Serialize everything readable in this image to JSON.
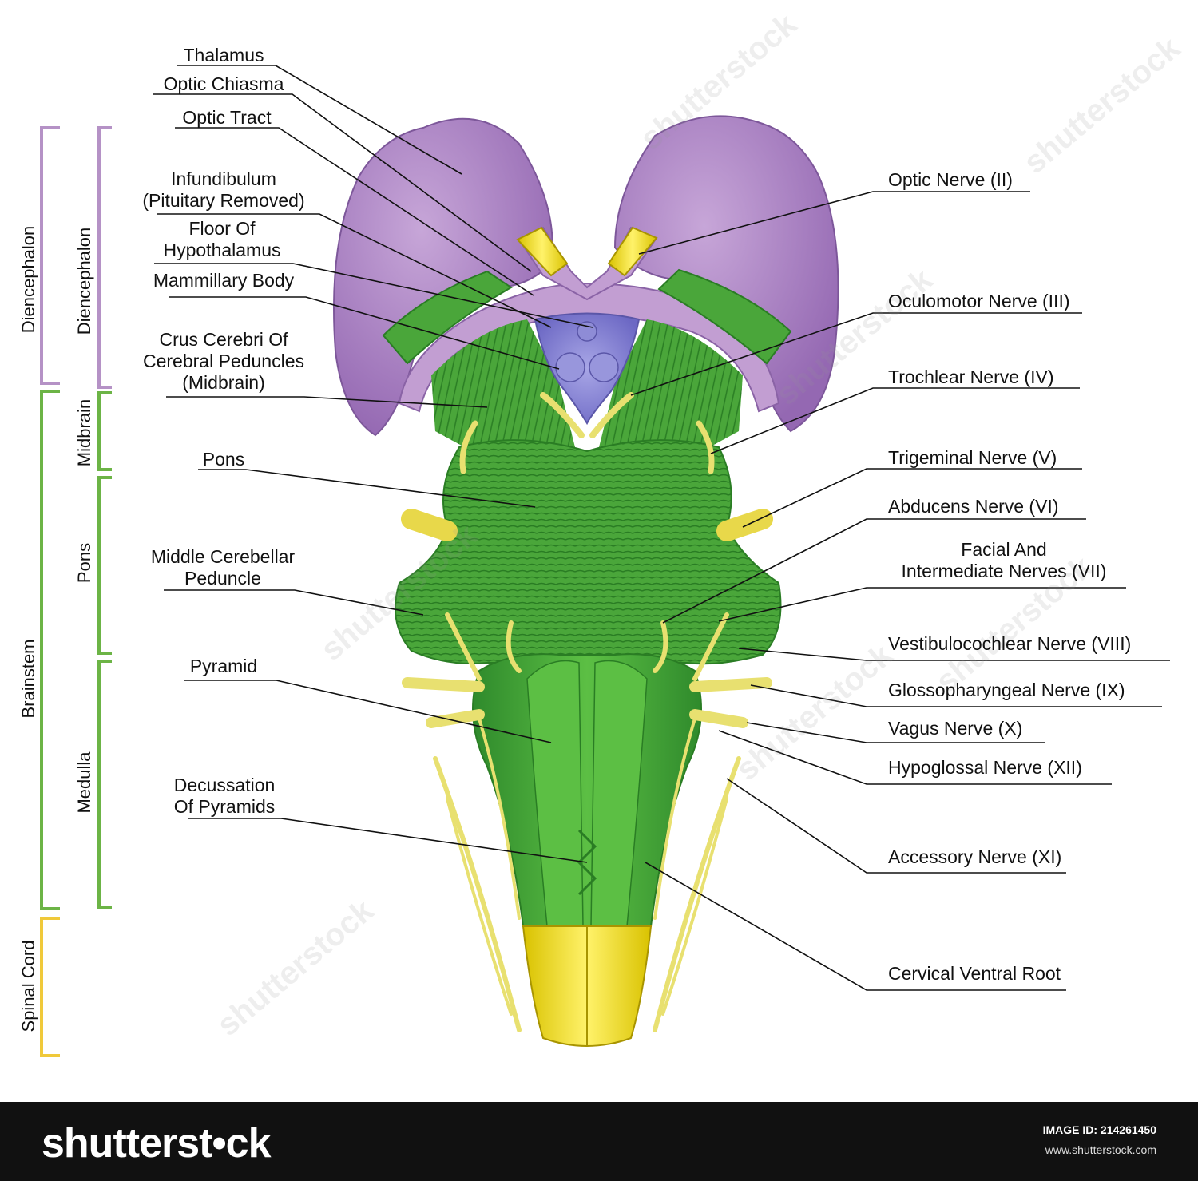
{
  "left_labels": [
    {
      "id": "thalamus",
      "lines": [
        "Thalamus"
      ]
    },
    {
      "id": "optic-chiasma",
      "lines": [
        "Optic Chiasma"
      ]
    },
    {
      "id": "optic-tract",
      "lines": [
        "Optic Tract"
      ]
    },
    {
      "id": "infundibulum",
      "lines": [
        "Infundibulum",
        "(Pituitary Removed)"
      ]
    },
    {
      "id": "floor-hypothalamus",
      "lines": [
        "Floor Of",
        "Hypothalamus"
      ]
    },
    {
      "id": "mammillary-body",
      "lines": [
        "Mammillary Body"
      ]
    },
    {
      "id": "crus-cerebri",
      "lines": [
        "Crus Cerebri Of",
        "Cerebral Peduncles",
        "(Midbrain)"
      ]
    },
    {
      "id": "pons",
      "lines": [
        "Pons"
      ]
    },
    {
      "id": "middle-cerebellar-peduncle",
      "lines": [
        "Middle Cerebellar",
        "Peduncle"
      ]
    },
    {
      "id": "pyramid",
      "lines": [
        "Pyramid"
      ]
    },
    {
      "id": "decussation",
      "lines": [
        "Decussation",
        "Of Pyramids"
      ]
    }
  ],
  "right_labels": [
    {
      "id": "optic-nerve",
      "lines": [
        "Optic Nerve (II)"
      ]
    },
    {
      "id": "oculomotor-nerve",
      "lines": [
        "Oculomotor Nerve (III)"
      ]
    },
    {
      "id": "trochlear-nerve",
      "lines": [
        "Trochlear Nerve (IV)"
      ]
    },
    {
      "id": "trigeminal-nerve",
      "lines": [
        "Trigeminal Nerve (V)"
      ]
    },
    {
      "id": "abducens-nerve",
      "lines": [
        "Abducens Nerve (VI)"
      ]
    },
    {
      "id": "facial-nerves",
      "lines": [
        "Facial And",
        "Intermediate Nerves (VII)"
      ]
    },
    {
      "id": "vestibulocochlear-nerve",
      "lines": [
        "Vestibulocochlear Nerve (VIII)"
      ]
    },
    {
      "id": "glossopharyngeal-nerve",
      "lines": [
        "Glossopharyngeal Nerve (IX)"
      ]
    },
    {
      "id": "vagus-nerve",
      "lines": [
        "Vagus Nerve (X)"
      ]
    },
    {
      "id": "hypoglossal-nerve",
      "lines": [
        "Hypoglossal Nerve (XII)"
      ]
    },
    {
      "id": "accessory-nerve",
      "lines": [
        "Accessory Nerve (XI)"
      ]
    },
    {
      "id": "cervical-ventral-root",
      "lines": [
        "Cervical Ventral Root"
      ]
    }
  ],
  "region_labels": {
    "outer": [
      "Diencephalon",
      "Brainstem",
      "Spinal Cord"
    ],
    "inner": [
      "Diencephalon",
      "Midbrain",
      "Pons",
      "Medulla"
    ]
  },
  "colors": {
    "diencephalon": "#b592c6",
    "brainstem": "#6cb446",
    "spinal_cord": "#f0c93a",
    "thalamus": "#a97cc0",
    "green": "#4aa63a",
    "nerve": "#e8e070"
  },
  "watermark": "shutterstock",
  "footer": {
    "logo": "shutterst•ck",
    "image_id": "IMAGE ID: 214261450",
    "site": "www.shutterstock.com"
  }
}
